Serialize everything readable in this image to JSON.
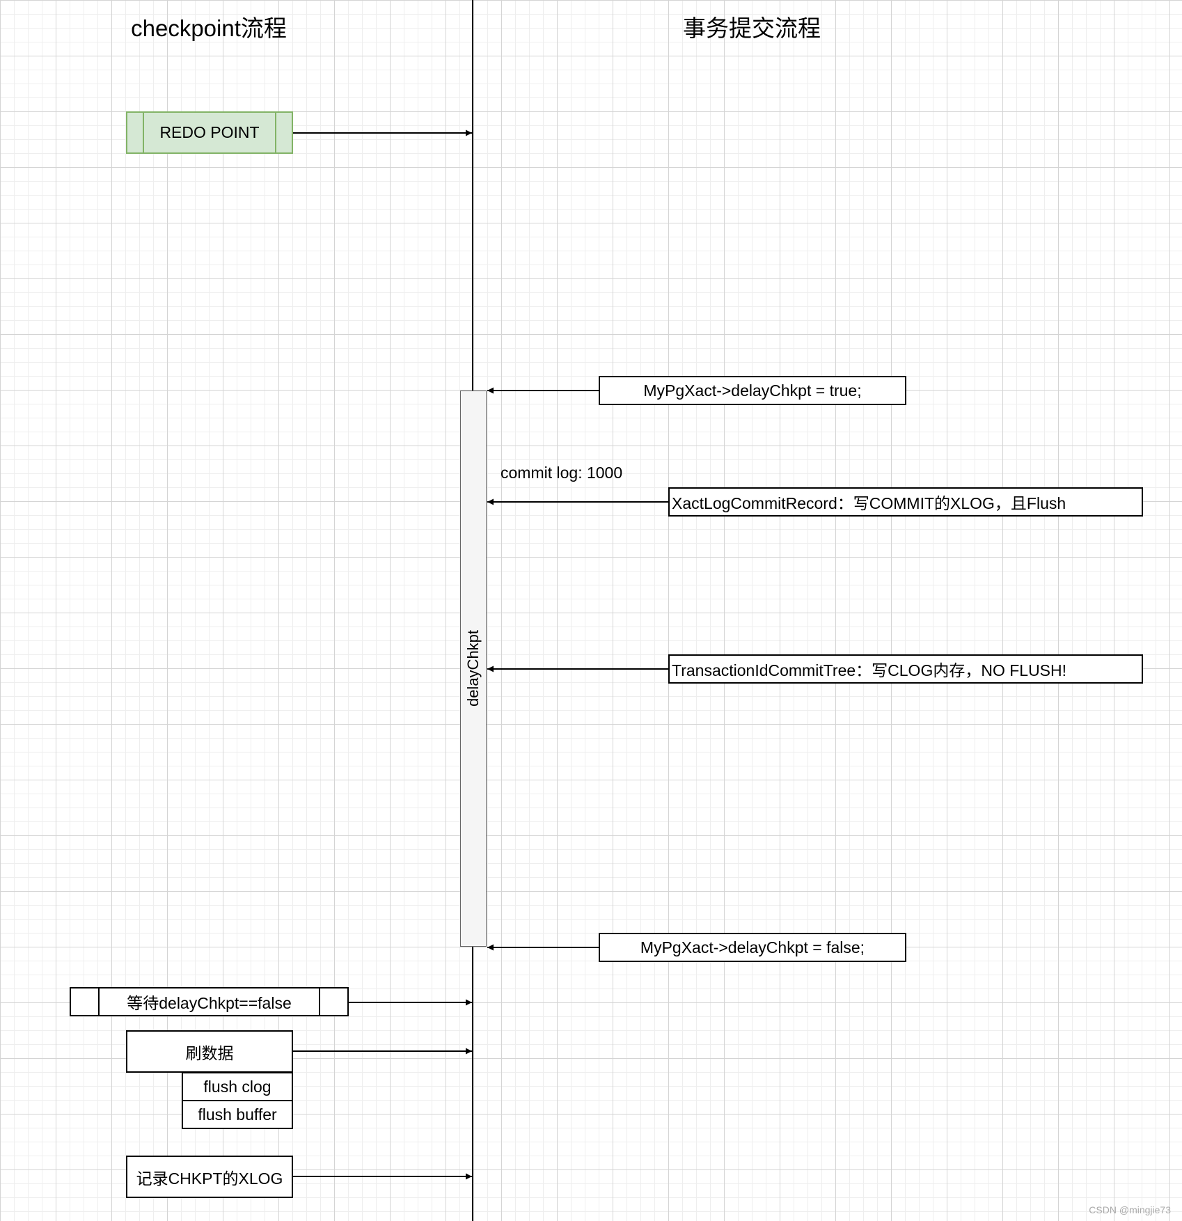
{
  "lanes": {
    "left_title": "checkpoint流程",
    "right_title": "事务提交流程"
  },
  "activation": {
    "label": "delayChkpt"
  },
  "checkpoint_steps": {
    "redo_point": "REDO POINT",
    "wait": "等待delayChkpt==false",
    "flush_data": "刷数据",
    "flush_clog": "flush clog",
    "flush_buffer": "flush buffer",
    "write_xlog": "记录CHKPT的XLOG"
  },
  "commit_steps": {
    "set_true": "MyPgXact->delayChkpt = true;",
    "commit_log_label": "commit log: 1000",
    "xact_log": "XactLogCommitRecord：写COMMIT的XLOG，且Flush",
    "commit_tree": "TransactionIdCommitTree：写CLOG内存，NO FLUSH!",
    "set_false": "MyPgXact->delayChkpt = false;"
  },
  "watermark": "CSDN @mingjie73",
  "colors": {
    "redo_fill": "#d5e8d4",
    "redo_border": "#82b366",
    "activation_fill": "#f5f5f5"
  }
}
